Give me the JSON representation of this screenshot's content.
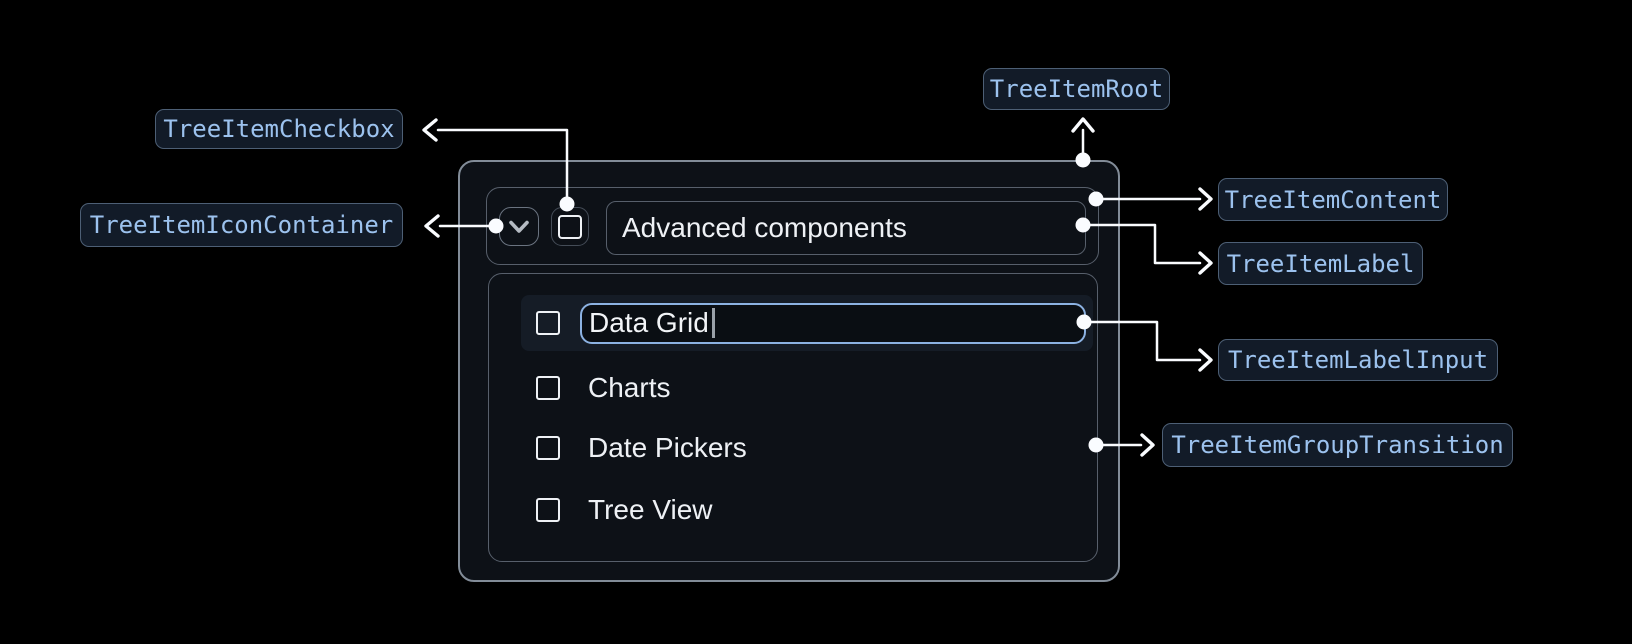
{
  "annotations": {
    "root": "TreeItemRoot",
    "checkbox": "TreeItemCheckbox",
    "icon_container": "TreeItemIconContainer",
    "content": "TreeItemContent",
    "label": "TreeItemLabel",
    "label_input": "TreeItemLabelInput",
    "group_transition": "TreeItemGroupTransition"
  },
  "tree": {
    "parent_label": "Advanced components",
    "parent_expanded": true,
    "items": [
      {
        "label": "Data Grid",
        "state": "editing",
        "checked": false
      },
      {
        "label": "Charts",
        "checked": false
      },
      {
        "label": "Date Pickers",
        "checked": false
      },
      {
        "label": "Tree View",
        "checked": false
      }
    ]
  },
  "icons": {
    "expand_icon": "chevron-down-icon",
    "connector_dot": "white-dot",
    "connector_arrow": "white-chevron-arrow"
  },
  "colors": {
    "page_bg": "#000000",
    "root_bg": "#0d1117",
    "root_border": "#828c98",
    "inner_border": "#575f6b",
    "badge_bg": "#121b28",
    "badge_border": "#4d5f75",
    "badge_text": "#9cc2ee",
    "main_text": "#eef1f5",
    "selected_row_bg": "#151c26",
    "input_border": "#8cb2e2",
    "input_bg": "#0a0e13",
    "connector": "#fafcff"
  }
}
